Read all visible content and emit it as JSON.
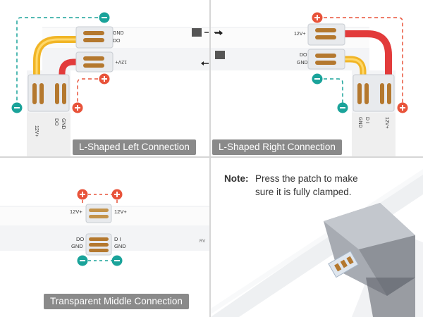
{
  "panels": {
    "left": {
      "caption": "L-Shaped Left Connection",
      "labels": {
        "gnd": "GND",
        "do": "DO",
        "v12": "12V+",
        "do_v": "DO",
        "gnd_v": "GND",
        "v12_v": "12V+"
      }
    },
    "right": {
      "caption": "L-Shaped Right Connection",
      "labels": {
        "v12": "12V+",
        "do": "DO",
        "gnd": "GND",
        "gnd_v": "GND",
        "di_v": "D I",
        "v12_v": "12V+"
      }
    },
    "middle": {
      "caption": "Transparent Middle Connection",
      "labels": {
        "v12_left": "12V+",
        "v12_right": "12V+",
        "do": "DO",
        "di": "D I",
        "gnd_left": "GND",
        "gnd_right": "GND",
        "rv": "RV"
      }
    },
    "note": {
      "label": "Note:",
      "text": "Press the patch to make sure it is fully clamped."
    }
  },
  "colors": {
    "positive": "#e8533a",
    "negative": "#1aa39a",
    "yellow_wire": "#f1b526",
    "red_wire": "#e23b3b",
    "caption_bg": "#8a8a8a"
  },
  "icons": {
    "plus": "+",
    "minus": "−",
    "arrow_right": "arrow-right-icon",
    "arrow_left": "arrow-left-icon"
  }
}
